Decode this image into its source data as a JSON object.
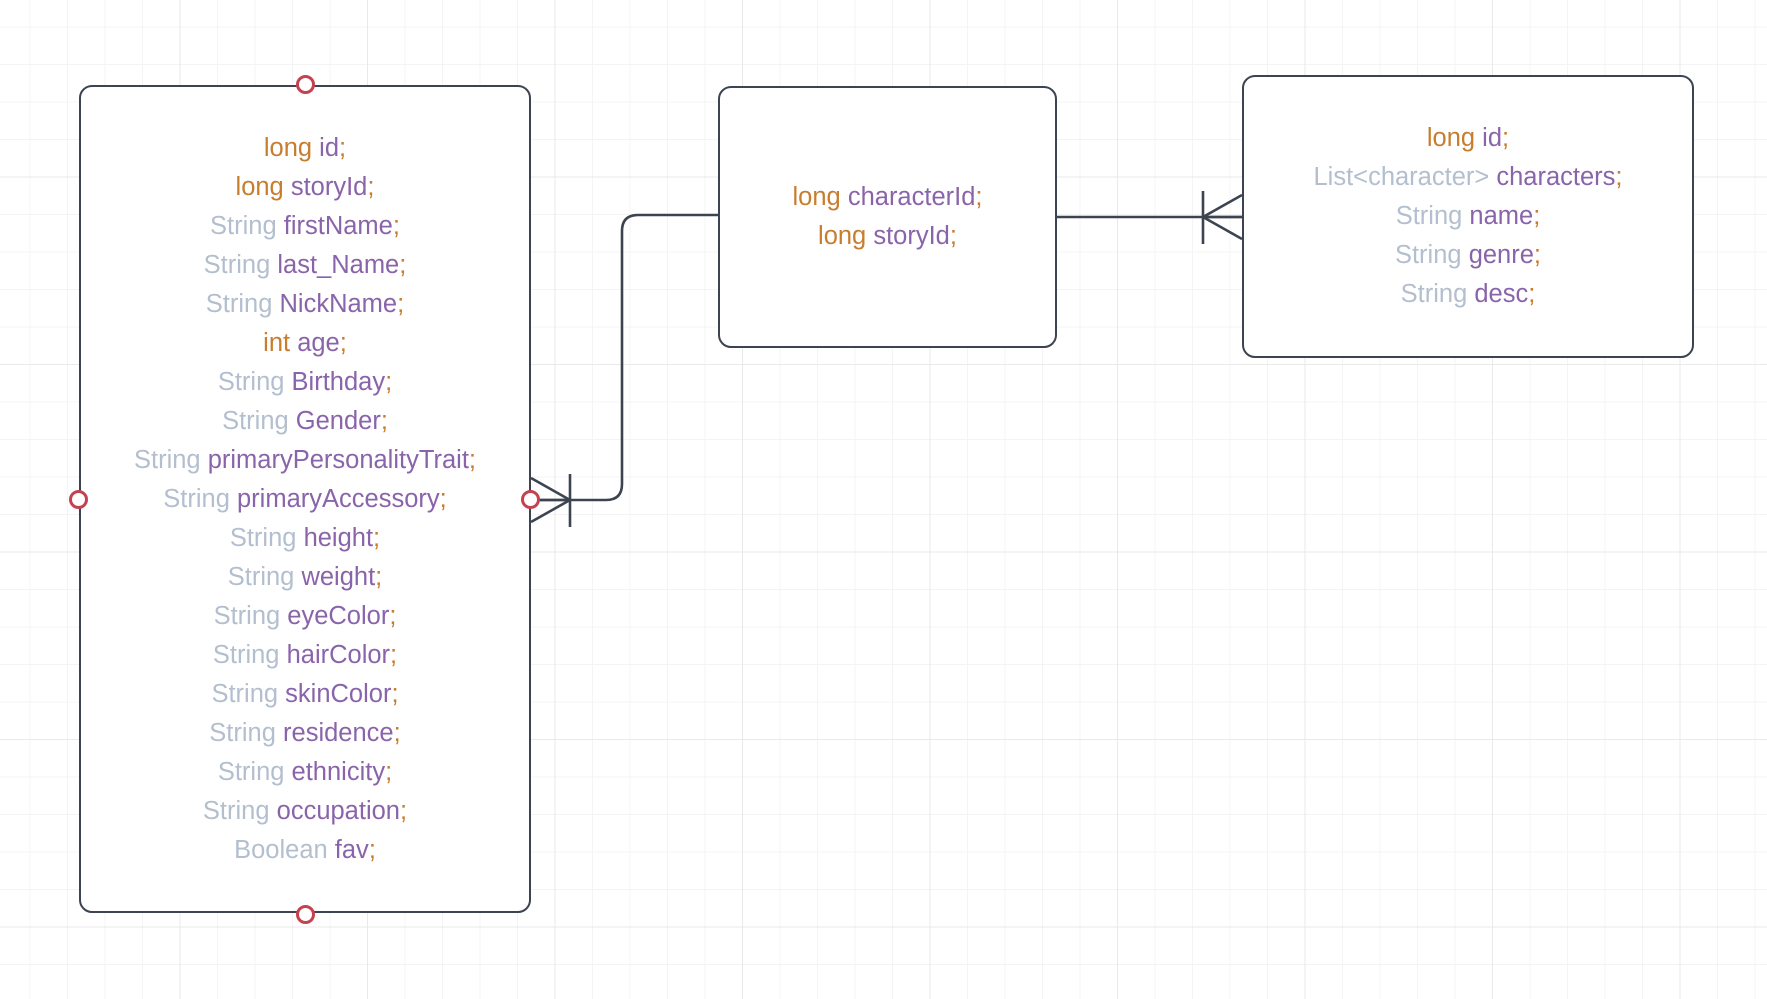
{
  "diagram": {
    "title": "Entity Relationship Diagram",
    "background": {
      "grid": "true",
      "grid_minor_color": "#f4f4f4",
      "grid_major_color": "#e9e9e9",
      "page_color": "#ffffff"
    },
    "colors": {
      "entity_border": "#3d4451",
      "entity_fill": "#ffffff",
      "anchor_stroke": "#c4424f",
      "connector": "#3d4451",
      "primitive_type": "#c87d2e",
      "object_type": "#b3bfcf",
      "field_name": "#8a64ab",
      "semicolon": "#c87d2e"
    }
  },
  "entities": [
    {
      "id": "character-entity",
      "attributes": [
        {
          "type": "long",
          "type_kind": "primitive",
          "name": "id",
          "terminator": ";"
        },
        {
          "type": "long",
          "type_kind": "primitive",
          "name": "storyId",
          "terminator": ";"
        },
        {
          "type": "String",
          "type_kind": "object",
          "name": "firstName",
          "terminator": ";"
        },
        {
          "type": "String",
          "type_kind": "object",
          "name": "last_Name",
          "terminator": ";"
        },
        {
          "type": "String",
          "type_kind": "object",
          "name": "NickName",
          "terminator": ";"
        },
        {
          "type": "int",
          "type_kind": "primitive",
          "name": "age",
          "terminator": ";"
        },
        {
          "type": "String",
          "type_kind": "object",
          "name": "Birthday",
          "terminator": ";"
        },
        {
          "type": "String",
          "type_kind": "object",
          "name": "Gender",
          "terminator": ";"
        },
        {
          "type": "String",
          "type_kind": "object",
          "name": "primaryPersonalityTrait",
          "terminator": ";"
        },
        {
          "type": "String",
          "type_kind": "object",
          "name": "primaryAccessory",
          "terminator": ";"
        },
        {
          "type": "String",
          "type_kind": "object",
          "name": "height",
          "terminator": ";"
        },
        {
          "type": "String",
          "type_kind": "object",
          "name": "weight",
          "terminator": ";"
        },
        {
          "type": "String",
          "type_kind": "object",
          "name": "eyeColor",
          "terminator": ";"
        },
        {
          "type": "String",
          "type_kind": "object",
          "name": "hairColor",
          "terminator": ";"
        },
        {
          "type": "String",
          "type_kind": "object",
          "name": "skinColor",
          "terminator": ";"
        },
        {
          "type": "String",
          "type_kind": "object",
          "name": "residence",
          "terminator": ";"
        },
        {
          "type": "String",
          "type_kind": "object",
          "name": "ethnicity",
          "terminator": ";"
        },
        {
          "type": "String",
          "type_kind": "object",
          "name": "occupation",
          "terminator": ";"
        },
        {
          "type": "Boolean",
          "type_kind": "object",
          "name": "fav",
          "terminator": ";"
        }
      ]
    },
    {
      "id": "character-story-join-entity",
      "attributes": [
        {
          "type": "long",
          "type_kind": "primitive",
          "name": "characterId",
          "terminator": ";"
        },
        {
          "type": "long",
          "type_kind": "primitive",
          "name": "storyId",
          "terminator": ";"
        }
      ]
    },
    {
      "id": "story-entity",
      "attributes": [
        {
          "type": "long",
          "type_kind": "primitive",
          "name": "id",
          "terminator": ";"
        },
        {
          "type": "List<character>",
          "type_kind": "object",
          "name": "characters",
          "terminator": ";"
        },
        {
          "type": "String",
          "type_kind": "object",
          "name": "name",
          "terminator": ";"
        },
        {
          "type": "String",
          "type_kind": "object",
          "name": "genre",
          "terminator": ";"
        },
        {
          "type": "String",
          "type_kind": "object",
          "name": "desc",
          "terminator": ";"
        }
      ]
    }
  ],
  "relationships": [
    {
      "id": "character-to-join",
      "from": "character-entity",
      "to": "character-story-join-entity",
      "from_cardinality": "many",
      "to_cardinality": "one",
      "routing": "orthogonal"
    },
    {
      "id": "join-to-story",
      "from": "character-story-join-entity",
      "to": "story-entity",
      "from_cardinality": "one",
      "to_cardinality": "many",
      "routing": "straight"
    }
  ],
  "anchors": [
    {
      "id": "character-anchor-top",
      "entity": "character-entity",
      "side": "top"
    },
    {
      "id": "character-anchor-left",
      "entity": "character-entity",
      "side": "left"
    },
    {
      "id": "character-anchor-right",
      "entity": "character-entity",
      "side": "right"
    },
    {
      "id": "character-anchor-bottom",
      "entity": "character-entity",
      "side": "bottom"
    }
  ]
}
